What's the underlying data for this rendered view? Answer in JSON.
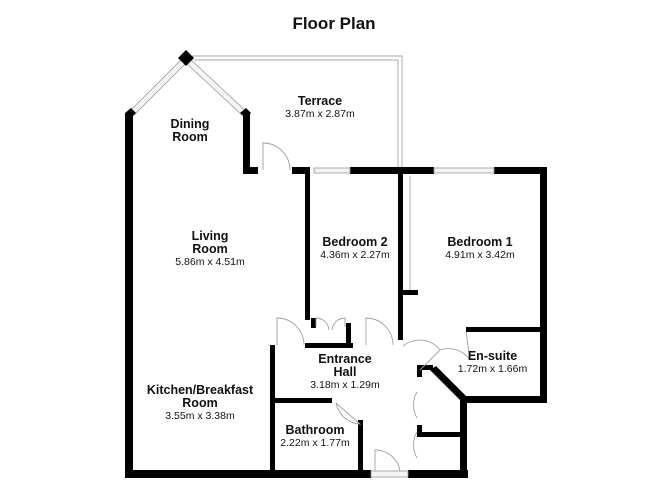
{
  "title": "Floor Plan",
  "rooms": {
    "dining": {
      "name_line1": "Dining",
      "name_line2": "Room"
    },
    "terrace": {
      "name": "Terrace",
      "dimensions": "3.87m x 2.87m"
    },
    "living": {
      "name_line1": "Living",
      "name_line2": "Room",
      "dimensions": "5.86m x 4.51m"
    },
    "bedroom2": {
      "name": "Bedroom 2",
      "dimensions": "4.36m x 2.27m"
    },
    "bedroom1": {
      "name": "Bedroom 1",
      "dimensions": "4.91m x 3.42m"
    },
    "entrance": {
      "name_line1": "Entrance",
      "name_line2": "Hall",
      "dimensions": "3.18m x 1.29m"
    },
    "ensuite": {
      "name": "En-suite",
      "dimensions": "1.72m x 1.66m"
    },
    "kitchen": {
      "name_line1": "Kitchen/Breakfast",
      "name_line2": "Room",
      "dimensions": "3.55m x 3.38m"
    },
    "bathroom": {
      "name": "Bathroom",
      "dimensions": "2.22m x 1.77m"
    }
  },
  "colors": {
    "wall": "#000000",
    "window": "#f4f4f4",
    "line": "#a8a8a8"
  }
}
